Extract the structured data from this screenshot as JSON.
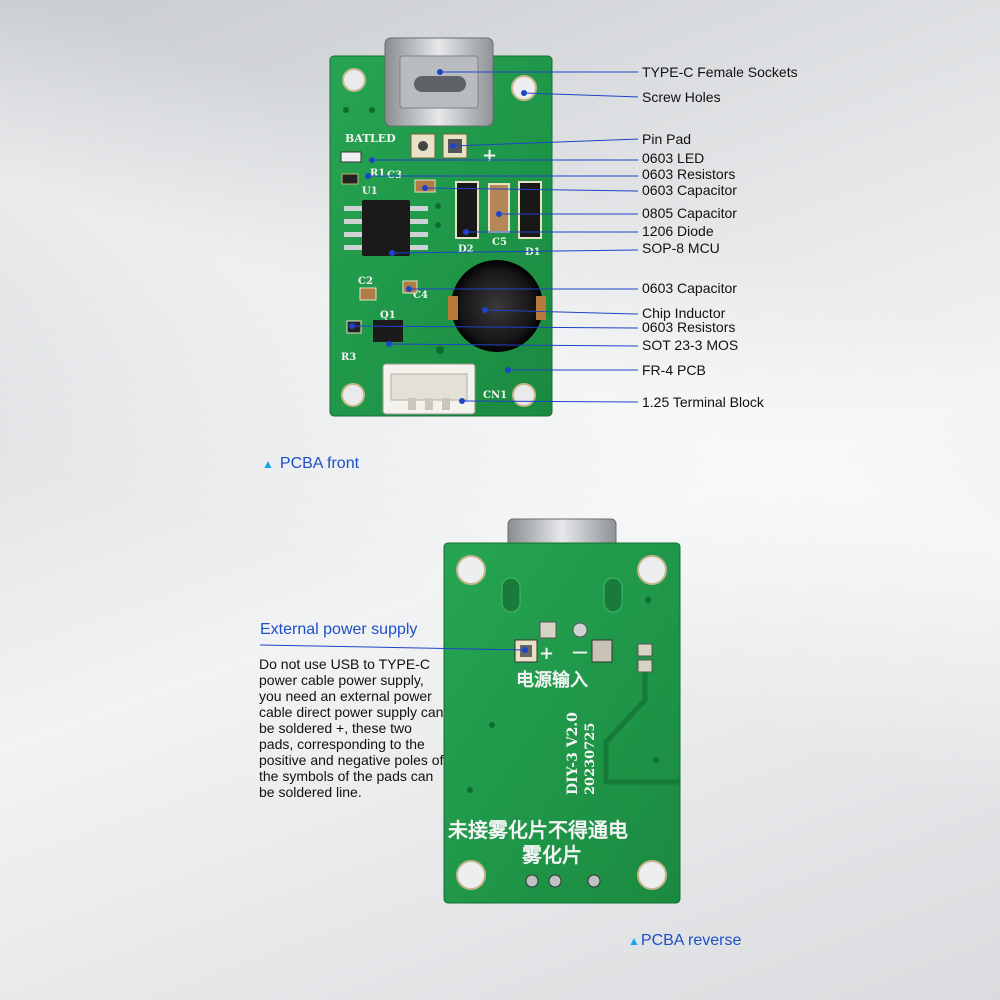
{
  "captions": {
    "front": "PCBA front",
    "reverse": "PCBA reverse"
  },
  "labels": [
    "TYPE-C Female Sockets",
    "Screw Holes",
    "Pin Pad",
    "0603 LED",
    "0603 Resistors",
    "0603 Capacitor",
    "0805 Capacitor",
    "1206 Diode",
    "SOP-8 MCU",
    "0603 Capacitor",
    "Chip Inductor",
    "0603 Resistors",
    "SOT 23-3 MOS",
    "FR-4 PCB",
    "1.25 Terminal Block"
  ],
  "external": {
    "title": "External power supply",
    "body": "Do not use USB to TYPE-C power cable power supply, you need an external power cable direct power supply can be soldered +, these two pads, corresponding to the positive and negative poles of the symbols of the pads can be soldered line."
  },
  "front_silk": {
    "bat": "BAT",
    "led": "LED",
    "u1": "U1",
    "c3": "C3",
    "r1": "R1",
    "c2": "C2",
    "c4": "C4",
    "c5": "C5",
    "d1": "D1",
    "d2": "D2",
    "q1": "Q1",
    "r3": "R3",
    "cn1": "CN1",
    "plus": "+"
  },
  "back_silk": {
    "power_in": "电源输入",
    "version": "DIY-3 V2.0",
    "date": "20230725",
    "warning": "未接雾化片不得通电",
    "atomizer": "雾化片",
    "plus": "+",
    "minus": "—"
  },
  "colors": {
    "caption": "#1d4fc8",
    "pcb": "#1f9a48",
    "leader": "#1f43c8"
  }
}
